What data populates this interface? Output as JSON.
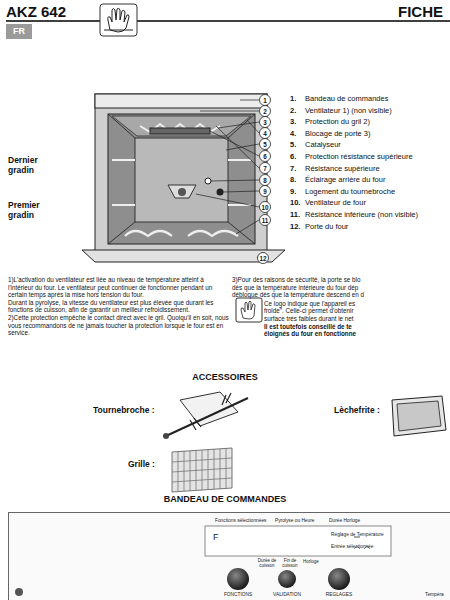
{
  "diagram": {
    "title": "AKZ 642",
    "nodes": [
      {
        "text": [
          "FR"
        ]
      },
      {
        "text": [
          "Fonctions sélectionnées",
          "Pyrolyse ou Heure",
          "Durée Horloge",
          "F",
          "Réglage de Température",
          "Entrée sélectionnée",
          "Durée de cuisson",
          "Fin de cuisson",
          "Horloge",
          "FONCTIONS",
          "VALIDATION",
          "REGLAGES",
          "Tempéra"
        ]
      }
    ],
    "edges": [],
    "labels": [
      "FICHE",
      "Dernier gradin",
      "Premier gradin",
      "1",
      "2",
      "3",
      "4",
      "5",
      "6",
      "7",
      "8",
      "9",
      "10",
      "11",
      "12",
      "1.",
      "Bandeau de commandes",
      "2.",
      "Ventilateur 1) (non visible)",
      "3.",
      "Protection du gril 2)",
      "4.",
      "Blocage de porte 3)",
      "5.",
      "Catalyseur",
      "6.",
      "Protection résistance supérieure",
      "7.",
      "Résistance supérieure",
      "8.",
      "Éclairage arrière du four",
      "9.",
      "Logement du tournebroche",
      "10.",
      "Ventilateur de four",
      "11.",
      "Résistance inférieure (non visible)",
      "12.",
      "Porte du four",
      "1)L'activation du ventilateur est liée au niveau de température atteint à l'intérieur du four. Le ventilateur peut continuer de fonctionner pendant un certain temps après la mise hors tension du four.",
      "Durant la pyrolyse, la vitesse du ventilateur est plus élevée que durant les fonctions de cuisson, afin de garantir un meilleur refroidissement.",
      "2)Cette protection empêche le contact direct avec le gril. Quoiqu'il en soit, nous vous recommandons de ne jamais toucher la protection lorsque le four est en service.",
      "3)Pour des raisons de sécurité, la porte se blo",
      "dès que la température intérieure du four dép",
      "débloque dès que la température descend en d",
      "Ce logo indique que l'appareil es",
      "froide\". Celle-ci permet d'obtenir",
      "surface très faibles durant le net",
      "Il est toutefois conseillé de te",
      "éloignés du four en fonctionne",
      "ACCESSOIRES",
      "Tournebroche :",
      "Lèchefrite :",
      "Grille :",
      "BANDEAU DE COMMANDES"
    ]
  }
}
